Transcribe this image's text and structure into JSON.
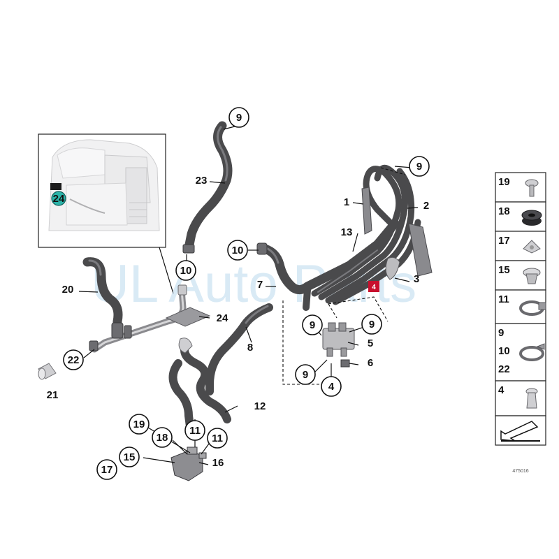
{
  "inset": {
    "callout": "24",
    "callout_color": "#2bb3a9"
  },
  "callouts": [
    {
      "id": "c9a",
      "text": "9"
    },
    {
      "id": "c9b",
      "text": "9"
    },
    {
      "id": "c10a",
      "text": "10"
    },
    {
      "id": "c10b",
      "text": "10"
    },
    {
      "id": "c9c",
      "text": "9"
    },
    {
      "id": "c9d",
      "text": "9"
    },
    {
      "id": "c9e",
      "text": "9"
    },
    {
      "id": "c4",
      "text": "4"
    },
    {
      "id": "c22",
      "text": "22"
    },
    {
      "id": "c19",
      "text": "19"
    },
    {
      "id": "c18",
      "text": "18"
    },
    {
      "id": "c15",
      "text": "15"
    },
    {
      "id": "c17",
      "text": "17"
    },
    {
      "id": "c11a",
      "text": "11"
    },
    {
      "id": "c11b",
      "text": "11"
    }
  ],
  "labels": [
    {
      "id": "l23",
      "text": "23"
    },
    {
      "id": "l20",
      "text": "20"
    },
    {
      "id": "l1",
      "text": "1"
    },
    {
      "id": "l2",
      "text": "2"
    },
    {
      "id": "l13",
      "text": "13"
    },
    {
      "id": "l3",
      "text": "3"
    },
    {
      "id": "l7",
      "text": "7"
    },
    {
      "id": "l24",
      "text": "24"
    },
    {
      "id": "l8",
      "text": "8"
    },
    {
      "id": "l5",
      "text": "5"
    },
    {
      "id": "l6",
      "text": "6"
    },
    {
      "id": "l21",
      "text": "21"
    },
    {
      "id": "l12",
      "text": "12"
    },
    {
      "id": "l16",
      "text": "16"
    }
  ],
  "badge": {
    "text": "4",
    "color": "#c8102e"
  },
  "watermark": "UL Auto Parts",
  "legend": {
    "items": [
      {
        "nums": [
          "19"
        ]
      },
      {
        "nums": [
          "18"
        ]
      },
      {
        "nums": [
          "17"
        ]
      },
      {
        "nums": [
          "15"
        ]
      },
      {
        "nums": [
          "11"
        ]
      },
      {
        "nums": [
          "9",
          "10",
          "22"
        ]
      },
      {
        "nums": [
          "4"
        ]
      }
    ]
  },
  "footer_code": "475016"
}
